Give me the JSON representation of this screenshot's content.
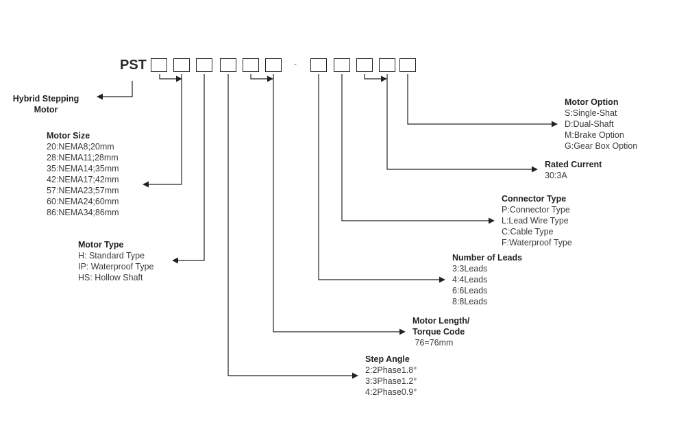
{
  "code": {
    "prefix": "PST",
    "separator": "-"
  },
  "labels": {
    "hybrid": {
      "title_lines": [
        "Hybrid Stepping",
        "Motor"
      ]
    },
    "motor_size": {
      "title": "Motor Size",
      "options": [
        "20:NEMA8;20mm",
        "28:NEMA11;28mm",
        "35:NEMA14;35mm",
        "42:NEMA17;42mm",
        "57:NEMA23;57mm",
        "60:NEMA24;60mm",
        "86:NEMA34;86mm"
      ]
    },
    "motor_type": {
      "title": "Motor Type",
      "options": [
        "H: Standard Type",
        "IP: Waterproof Type",
        "HS: Hollow Shaft"
      ]
    },
    "step_angle": {
      "title": "Step Angle",
      "options": [
        "2:2Phase1.8°",
        "3:3Phase1.2°",
        "4:2Phase0.9°"
      ]
    },
    "motor_length": {
      "title_lines": [
        "Motor Length/",
        "Torque Code"
      ],
      "options": [
        " 76=76mm"
      ]
    },
    "number_of_leads": {
      "title": "Number of Leads",
      "options": [
        "3:3Leads",
        "4:4Leads",
        "6:6Leads",
        "8:8Leads"
      ]
    },
    "connector_type": {
      "title": "Connector Type",
      "options": [
        "P:Connector Type",
        "L:Lead Wire Type",
        "C:Cable Type",
        "F:Waterproof Type"
      ]
    },
    "rated_current": {
      "title": "Rated Current",
      "options": [
        "30:3A"
      ]
    },
    "motor_option": {
      "title": "Motor Option",
      "options": [
        "S:Single-Shat",
        "D:Dual-Shaft",
        "M:Brake Option",
        "G:Gear Box Option"
      ]
    }
  }
}
